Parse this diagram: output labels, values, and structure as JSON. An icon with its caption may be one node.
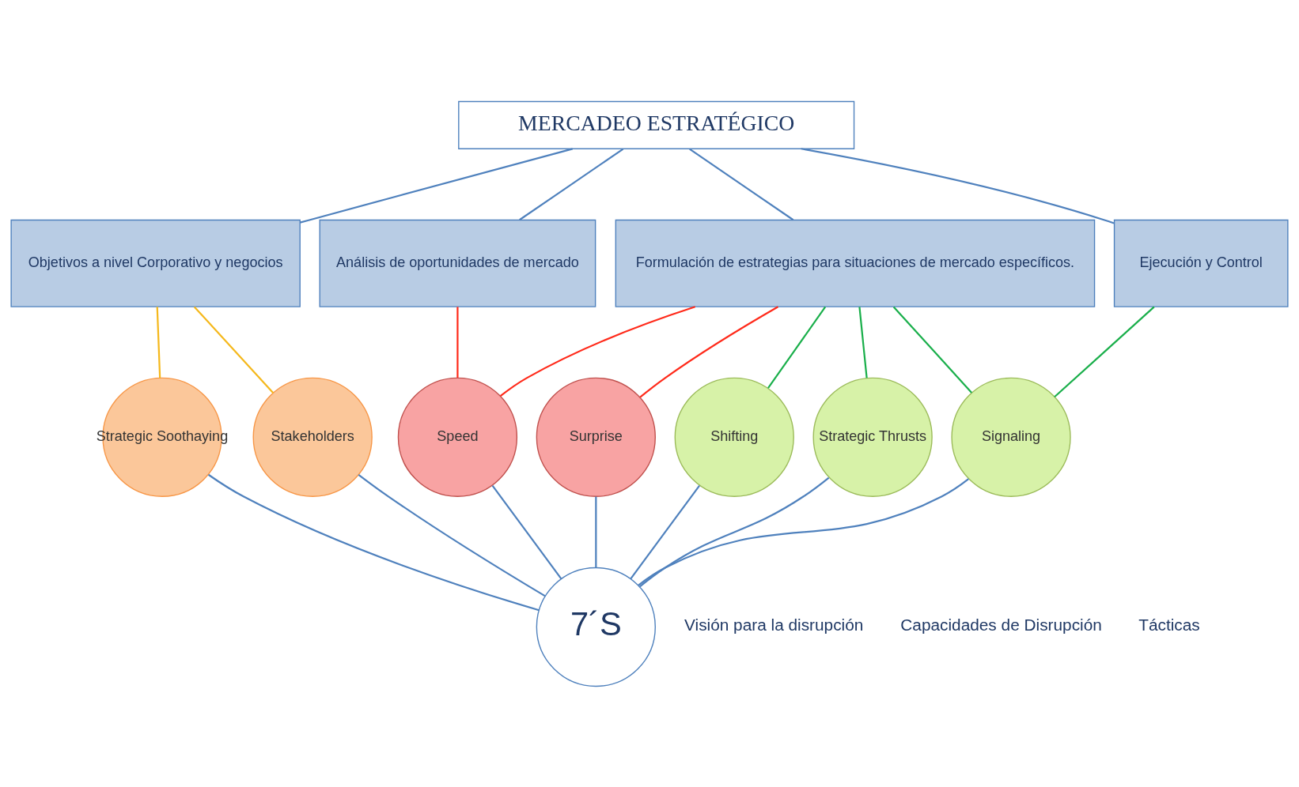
{
  "diagram": {
    "nodes": [
      {
        "text": [
          "MERCADEO ESTRATÉGICO"
        ]
      },
      {
        "text": [
          "Objetivos a nivel Corporativo y negocios"
        ]
      },
      {
        "text": [
          "Análisis de oportunidades de mercado"
        ]
      },
      {
        "text": [
          "Formulación de estrategias para situaciones de mercado específicos."
        ]
      },
      {
        "text": [
          "Ejecución y Control"
        ]
      },
      {
        "text": [
          "Strategic Soothaying"
        ]
      },
      {
        "text": [
          "Stakeholders"
        ]
      },
      {
        "text": [
          "Speed"
        ]
      },
      {
        "text": [
          "Surprise"
        ]
      },
      {
        "text": [
          "Shifting"
        ]
      },
      {
        "text": [
          "Signaling"
        ]
      },
      {
        "text": [
          "Strategic Thrusts"
        ]
      },
      {
        "text": [
          "7´S"
        ]
      }
    ],
    "edges": [
      {
        "from": 0,
        "to": 1,
        "arrow": "none"
      },
      {
        "from": 0,
        "to": 2,
        "arrow": "none"
      },
      {
        "from": 0,
        "to": 3,
        "arrow": "none"
      },
      {
        "from": 0,
        "to": 4,
        "arrow": "none"
      },
      {
        "from": 1,
        "to": 5,
        "arrow": "none",
        "color": "#f5b81c"
      },
      {
        "from": 1,
        "to": 6,
        "arrow": "none",
        "color": "#f5b81c"
      },
      {
        "from": 2,
        "to": 7,
        "arrow": "none",
        "color": "#ff2a1a"
      },
      {
        "from": 3,
        "to": 7,
        "arrow": "none",
        "color": "#ff2a1a"
      },
      {
        "from": 3,
        "to": 8,
        "arrow": "none",
        "color": "#ff2a1a"
      },
      {
        "from": 3,
        "to": 9,
        "arrow": "none",
        "color": "#1aaf4b"
      },
      {
        "from": 3,
        "to": 10,
        "arrow": "none",
        "color": "#1aaf4b"
      },
      {
        "from": 3,
        "to": 11,
        "arrow": "none",
        "color": "#1aaf4b"
      },
      {
        "from": 4,
        "to": 10,
        "arrow": "none",
        "color": "#1aaf4b"
      },
      {
        "from": 5,
        "to": 12,
        "arrow": "none"
      },
      {
        "from": 6,
        "to": 12,
        "arrow": "none"
      },
      {
        "from": 7,
        "to": 12,
        "arrow": "none"
      },
      {
        "from": 8,
        "to": 12,
        "arrow": "none"
      },
      {
        "from": 9,
        "to": 12,
        "arrow": "none"
      },
      {
        "from": 10,
        "to": 12,
        "arrow": "none"
      },
      {
        "from": 11,
        "to": 12,
        "arrow": "none"
      }
    ],
    "labels": [
      "Visión para la disrupción",
      "Capacidades de Disrupción",
      "Tácticas"
    ]
  }
}
